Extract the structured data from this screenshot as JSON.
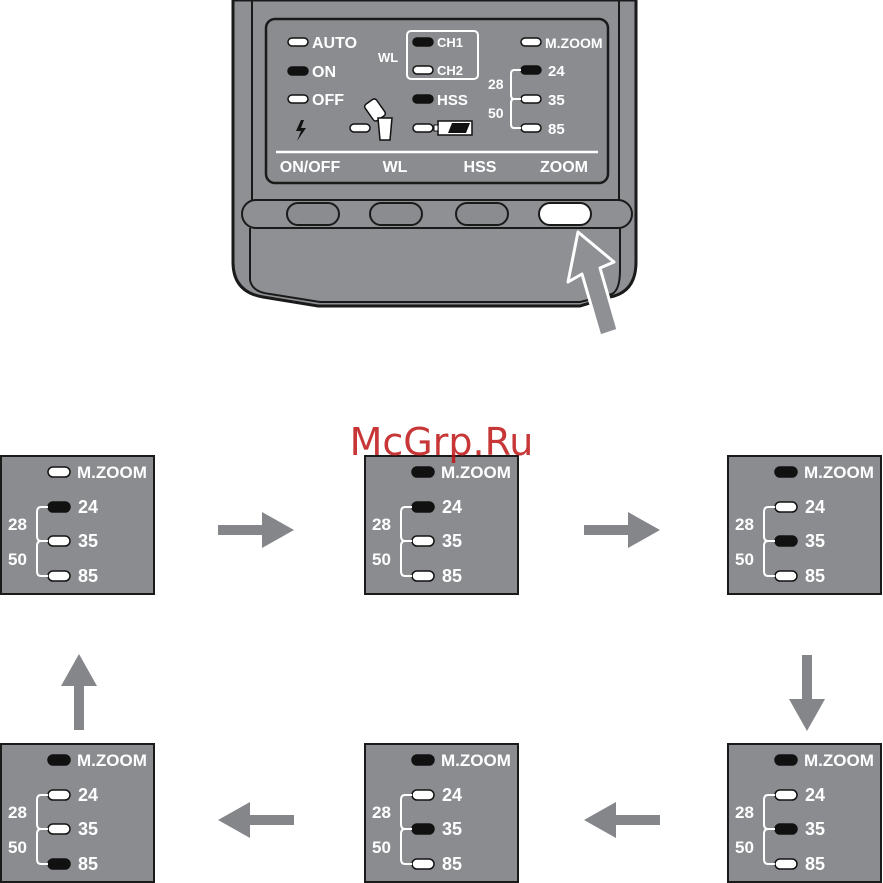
{
  "watermark": "McGrp.Ru",
  "device": {
    "mode_labels": [
      "AUTO",
      "ON",
      "OFF"
    ],
    "wl_label": "WL",
    "channel_labels": [
      "CH1",
      "CH2"
    ],
    "hss_label": "HSS",
    "mzoom_label": "M.ZOOM",
    "zoom_values": [
      "24",
      "35",
      "85"
    ],
    "zoom_groups": [
      "28",
      "50"
    ],
    "button_labels": [
      "ON/OFF",
      "WL",
      "HSS",
      "ZOOM"
    ],
    "pressed_button": "ZOOM",
    "led_states": {
      "AUTO": "white",
      "ON": "black",
      "OFF": "white",
      "CH1": "black",
      "CH2": "white",
      "HSS": "black",
      "M.ZOOM": "white",
      "24": "black",
      "35": "white",
      "85": "white",
      "wireless": "white",
      "battery": "white"
    }
  },
  "sequence": {
    "order": "clockwise cycle: top row left to right, bottom row right to left",
    "panels": [
      {
        "mzoom": "white",
        "z24": "black",
        "z35": "white",
        "z85": "white"
      },
      {
        "mzoom": "black",
        "z24": "black",
        "z35": "white",
        "z85": "white"
      },
      {
        "mzoom": "black",
        "z24": "white",
        "z35": "black",
        "z85": "white"
      },
      {
        "mzoom": "black",
        "z24": "white",
        "z35": "black",
        "z85": "white"
      },
      {
        "mzoom": "black",
        "z24": "white",
        "z35": "black",
        "z85": "white"
      },
      {
        "mzoom": "black",
        "z24": "white",
        "z35": "white",
        "z85": "black"
      }
    ]
  },
  "colors": {
    "body": "#8e9094",
    "panel": "#8a8c90",
    "outline": "#1a1a1a",
    "arrow": "#848689",
    "led_on": "#111111",
    "led_off": "#ffffff"
  }
}
